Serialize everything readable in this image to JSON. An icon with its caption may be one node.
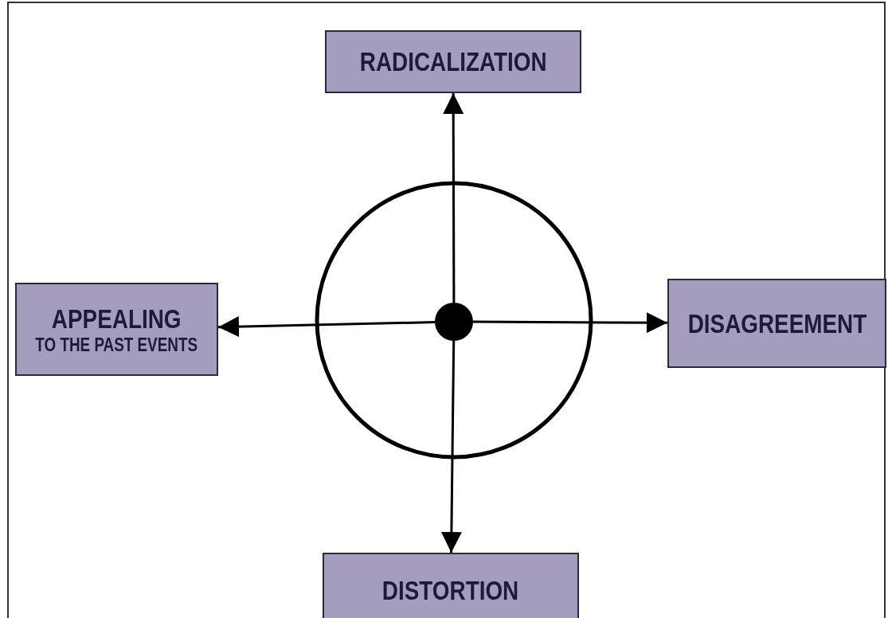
{
  "diagram": {
    "nodes": [
      {
        "text": [
          "RADICALIZATION"
        ]
      },
      {
        "text": [
          "APPEALING",
          "TO THE PAST EVENTS"
        ]
      },
      {
        "text": [
          "DISAGREEMENT"
        ]
      },
      {
        "text": [
          "DISTORTION"
        ]
      },
      {
        "text": [],
        "shape": "circle"
      }
    ],
    "edges": [
      {
        "from": 4,
        "to": 0,
        "arrow": "to"
      },
      {
        "from": 4,
        "to": 1,
        "arrow": "to"
      },
      {
        "from": 4,
        "to": 2,
        "arrow": "to"
      },
      {
        "from": 4,
        "to": 3,
        "arrow": "to"
      }
    ]
  }
}
